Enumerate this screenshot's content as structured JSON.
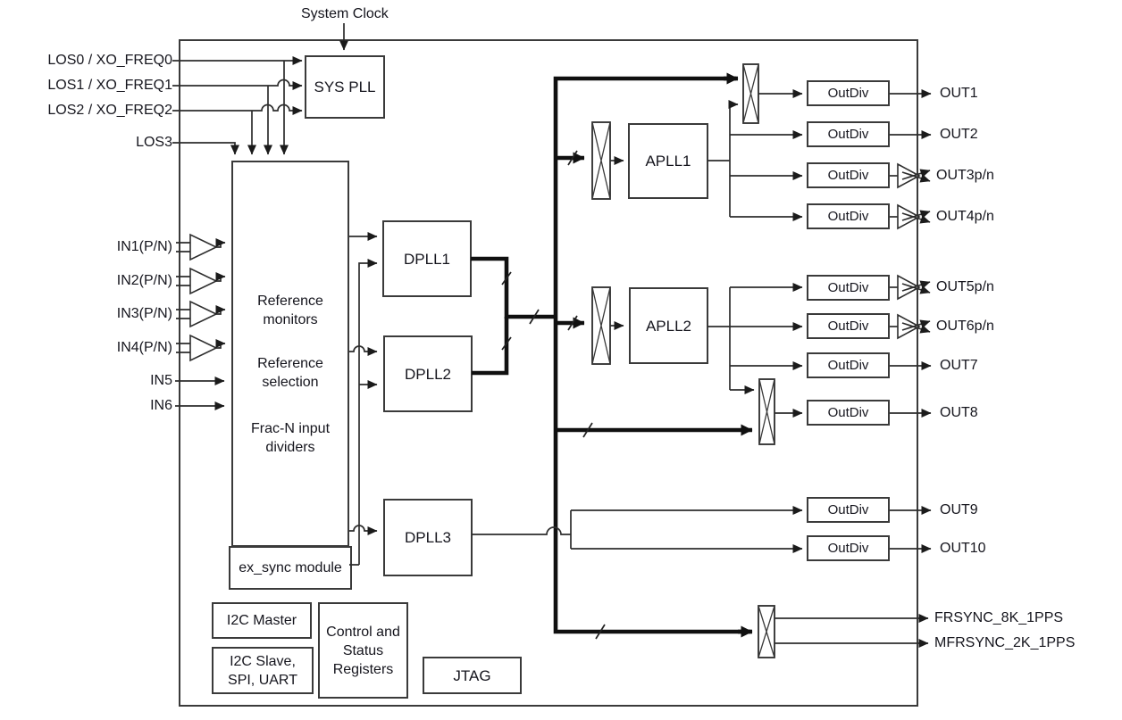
{
  "diagram": {
    "system_clock": "System Clock",
    "los_inputs": [
      "LOS0 / XO_FREQ0",
      "LOS1 / XO_FREQ1",
      "LOS2 / XO_FREQ2",
      "LOS3"
    ],
    "clock_inputs": [
      "IN1(P/N)",
      "IN2(P/N)",
      "IN3(P/N)",
      "IN4(P/N)",
      "IN5",
      "IN6"
    ],
    "blocks": {
      "sys_pll": "SYS PLL",
      "reference_monitors": "Reference\nmonitors",
      "reference_selection": "Reference\nselection",
      "frac_n_dividers": "Frac-N input\ndividers",
      "ex_sync": "ex_sync module",
      "dpll1": "DPLL1",
      "dpll2": "DPLL2",
      "dpll3": "DPLL3",
      "apll1": "APLL1",
      "apll2": "APLL2",
      "outdiv": "OutDiv",
      "i2c_master": "I2C Master",
      "i2c_slave": "I2C Slave,\nSPI, UART",
      "control_status": "Control and\nStatus\nRegisters",
      "jtag": "JTAG"
    },
    "outputs": [
      "OUT1",
      "OUT2",
      "OUT3p/n",
      "OUT4p/n",
      "OUT5p/n",
      "OUT6p/n",
      "OUT7",
      "OUT8",
      "OUT9",
      "OUT10"
    ],
    "sync_outputs": [
      "FRSYNC_8K_1PPS",
      "MFRSYNC_2K_1PPS"
    ],
    "colors": {
      "line": "#2d2d2d",
      "thick_line": "#101010",
      "box_border": "#3a3a3a",
      "text": "#15151d",
      "background": "#ffffff"
    }
  }
}
